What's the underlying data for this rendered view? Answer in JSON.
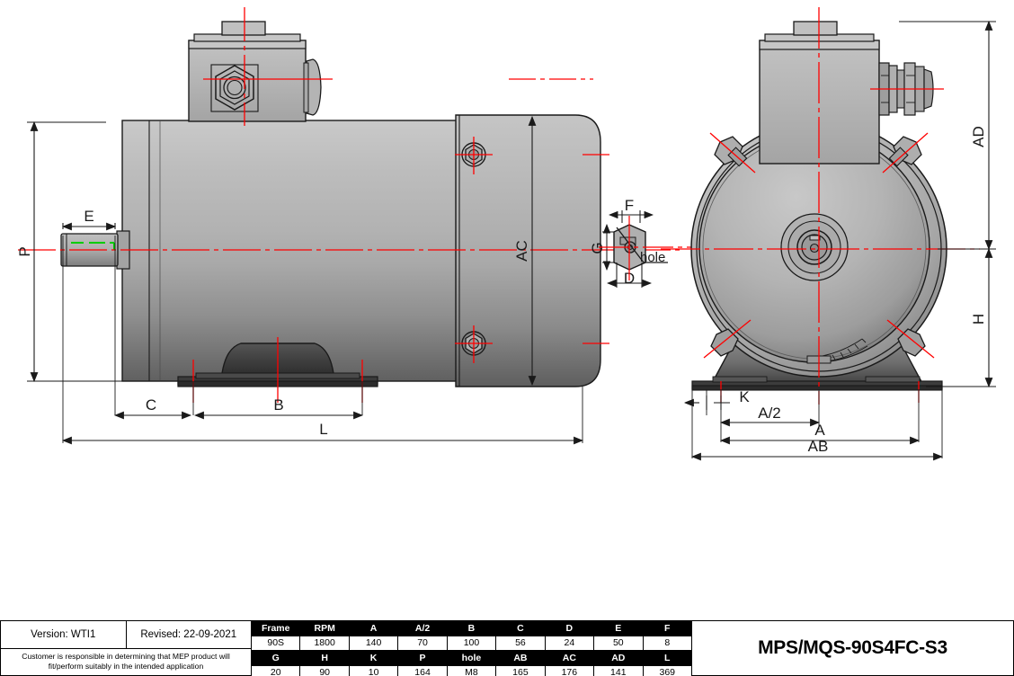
{
  "drawing": {
    "title": "Motor dimensional outline drawing",
    "views": {
      "side_view": {
        "name": "side-elevation-view",
        "labels": [
          "P",
          "E",
          "C",
          "B",
          "L",
          "AC"
        ]
      },
      "end_view": {
        "name": "end-elevation-view",
        "labels": [
          "AD",
          "H",
          "K",
          "A/2",
          "A",
          "AB"
        ]
      },
      "detail_view": {
        "name": "shaft-end-detail",
        "labels": [
          "F",
          "G",
          "D",
          "hole"
        ]
      }
    },
    "dimension_labels": {
      "P": "P",
      "E": "E",
      "C": "C",
      "B": "B",
      "L": "L",
      "AC": "AC",
      "AD": "AD",
      "H": "H",
      "K": "K",
      "A_half": "A/2",
      "A": "A",
      "AB": "AB",
      "F": "F",
      "G": "G",
      "D": "D",
      "hole": "hole"
    },
    "colors": {
      "centerline": "#ff0000",
      "keyway": "#00cc00",
      "outline": "#1a1a1a",
      "metal_light": "#cfcfcf",
      "metal_mid": "#a8a8a8",
      "metal_dark": "#6e6e6e",
      "foot_dark": "#3a3a3a"
    }
  },
  "title_block": {
    "version_label": "Version: WTI1",
    "revised_label": "Revised: 22-09-2021",
    "disclaimer_line1": "Customer is responsible in determining that MEP product will",
    "disclaimer_line2": "fit/perform suitably in the intended application",
    "part_number": "MPS/MQS-90S4FC-S3"
  },
  "spec_table": {
    "header_row_1": [
      "Frame",
      "RPM",
      "A",
      "A/2",
      "B",
      "C",
      "D",
      "E",
      "F"
    ],
    "data_row_1": [
      "90S",
      "1800",
      "140",
      "70",
      "100",
      "56",
      "24",
      "50",
      "8"
    ],
    "header_row_2": [
      "G",
      "H",
      "K",
      "P",
      "hole",
      "AB",
      "AC",
      "AD",
      "L"
    ],
    "data_row_2": [
      "20",
      "90",
      "10",
      "164",
      "M8",
      "165",
      "176",
      "141",
      "369"
    ]
  }
}
